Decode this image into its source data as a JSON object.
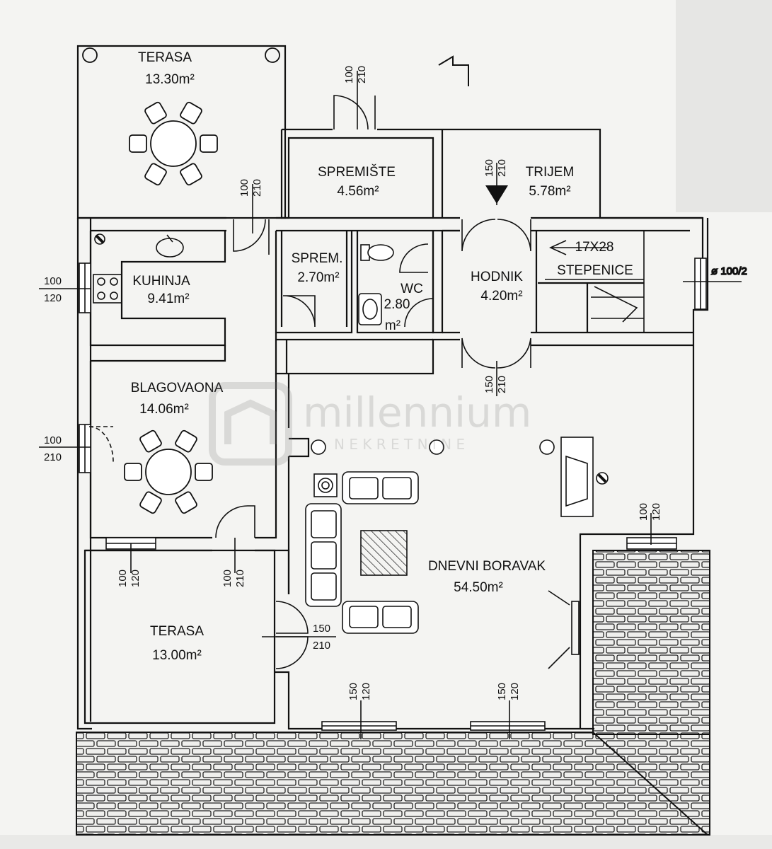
{
  "rooms": {
    "terasa_top": {
      "name": "TERASA",
      "area": "13.30m²"
    },
    "spremiste": {
      "name": "SPREMIŠTE",
      "area": "4.56m²"
    },
    "trijem": {
      "name": "TRIJEM",
      "area": "5.78m²"
    },
    "kuhinja": {
      "name": "KUHINJA",
      "area": "9.41m²"
    },
    "sprem": {
      "name": "SPREM.",
      "area": "2.70m²"
    },
    "wc": {
      "name": "WC",
      "area_value": "2.80",
      "area_unit": "m²"
    },
    "hodnik": {
      "name": "HODNIK",
      "area": "4.20m²"
    },
    "stepenice": {
      "name": "STEPENICE",
      "size": "17X28"
    },
    "blagovaona": {
      "name": "BLAGOVAONA",
      "area": "14.06m²"
    },
    "dnevni": {
      "name": "DNEVNI BORAVAK",
      "area": "54.50m²"
    },
    "terasa_bottom": {
      "name": "TERASA",
      "area": "13.00m²"
    }
  },
  "dimensions": {
    "d100": "100",
    "d120": "120",
    "d150": "150",
    "d210": "210",
    "vent": "ø 100/2"
  },
  "watermark": {
    "brand": "millennium",
    "sub": "N E K R E T N I N E"
  },
  "colors": {
    "line": "#111111",
    "paper": "#f4f4f2",
    "roof": "#dcdcda"
  }
}
